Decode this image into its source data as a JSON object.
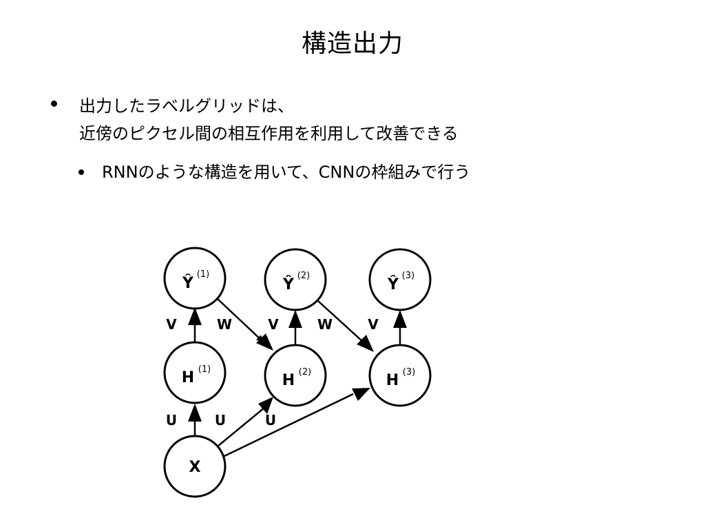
{
  "slide": {
    "title": "構造出力",
    "bullets": [
      {
        "lines": [
          "出力したラベルグリッドは、",
          "近傍のピクセル間の相互作用を利用して改善できる"
        ]
      },
      {
        "lines": [
          "RNNのような構造を用いて、CNNの枠組みで行う"
        ]
      }
    ]
  },
  "diagram": {
    "nodes": {
      "y1": {
        "main": "Ŷ",
        "sup": "(1)"
      },
      "y2": {
        "main": "Ŷ",
        "sup": "(2)"
      },
      "y3": {
        "main": "Ŷ",
        "sup": "(3)"
      },
      "h1": {
        "main": "H",
        "sup": "(1)"
      },
      "h2": {
        "main": "H",
        "sup": "(2)"
      },
      "h3": {
        "main": "H",
        "sup": "(3)"
      },
      "x": {
        "main": "X",
        "sup": ""
      }
    },
    "edge_labels": {
      "v1": "V",
      "w1": "W",
      "v2": "V",
      "w2": "W",
      "v3": "V",
      "u1": "U",
      "u2": "U",
      "u3": "U"
    }
  }
}
